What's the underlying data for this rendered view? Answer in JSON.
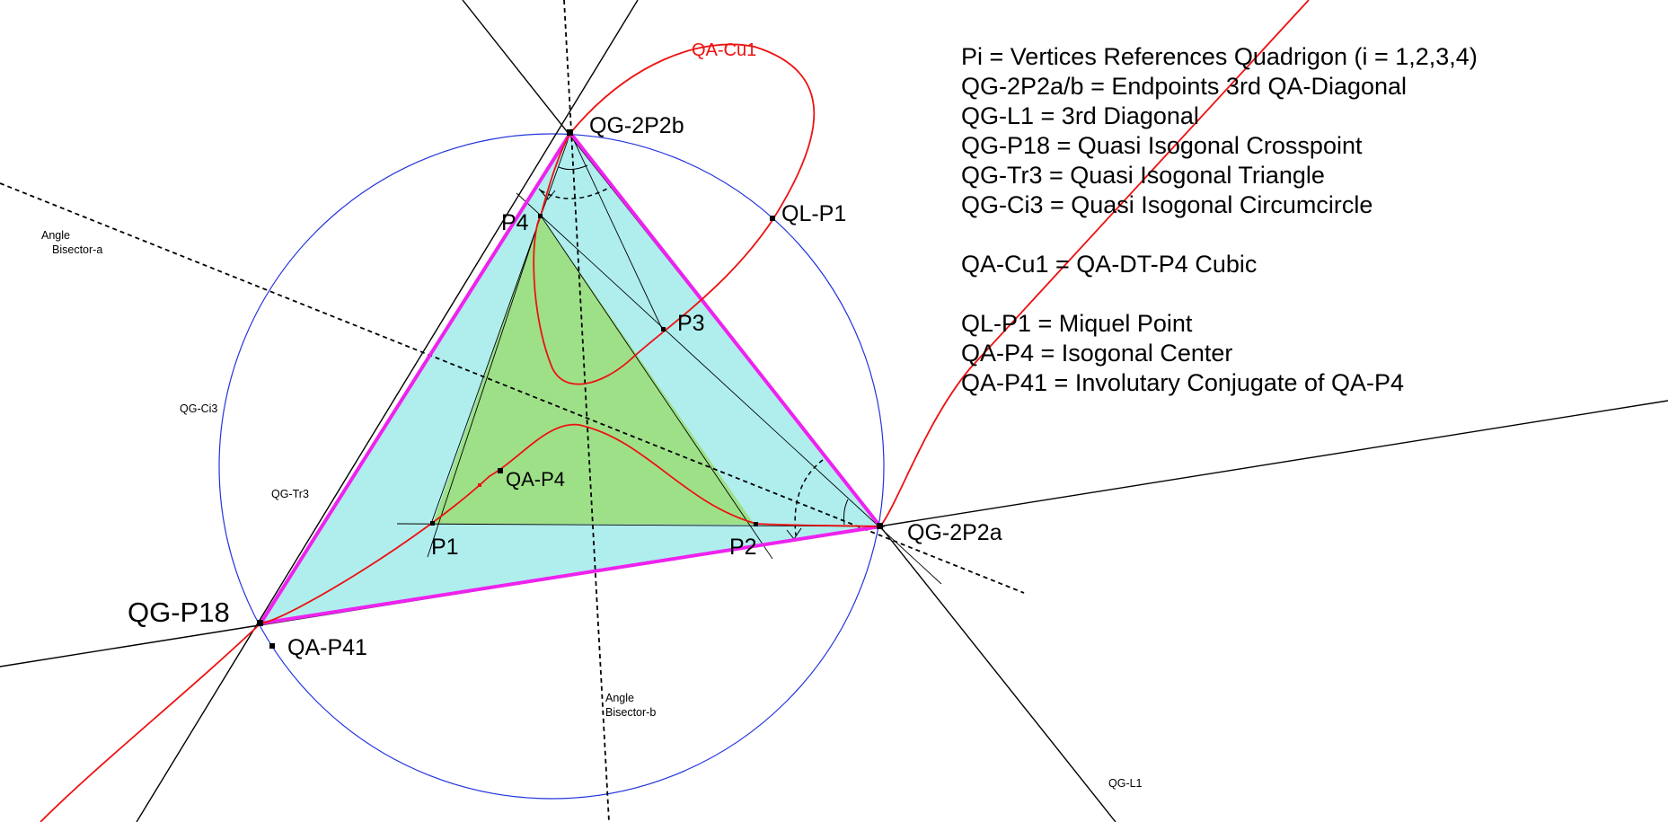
{
  "legend": [
    "Pi = Vertices References Quadrigon (i = 1,2,3,4)",
    "QG-2P2a/b = Endpoints 3rd QA-Diagonal",
    "QG-L1 = 3rd Diagonal",
    "QG-P18 = Quasi Isogonal Crosspoint",
    "QG-Tr3 = Quasi Isogonal Triangle",
    "QG-Ci3 = Quasi Isogonal Circumcircle",
    "",
    "QA-Cu1 = QA-DT-P4 Cubic",
    "",
    "QL-P1 = Miquel Point",
    "QA-P4 = Isogonal Center",
    "QA-P41 = Involutary Conjugate of QA-P4"
  ],
  "labels": {
    "p1": "P1",
    "p2": "P2",
    "p3": "P3",
    "p4": "P4",
    "qg_2p2a": "QG-2P2a",
    "qg_2p2b": "QG-2P2b",
    "qg_p18": "QG-P18",
    "ql_p1": "QL-P1",
    "qa_p4": "QA-P4",
    "qa_p41": "QA-P41",
    "qa_cu1": "QA-Cu1",
    "qg_ci3": "QG-Ci3",
    "qg_tr3": "QG-Tr3",
    "qg_l1": "QG-L1",
    "bisector_a_1": "Angle",
    "bisector_a_2": "Bisector-a",
    "bisector_b_1": "Angle",
    "bisector_b_2": "Bisector-b"
  },
  "colors": {
    "outer_triangle_fill": "#b0eeee",
    "inner_triangle_fill": "#9ee088",
    "quasi_isogonal_triangle": "#ee22ee",
    "circumcircle": "#2233dd",
    "cubic": "#ee1111",
    "lines": "#000000"
  }
}
